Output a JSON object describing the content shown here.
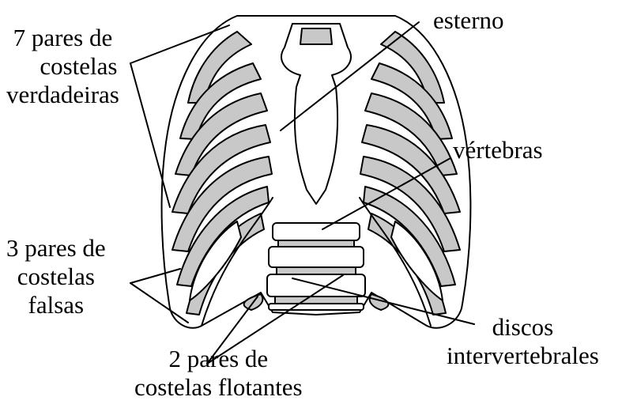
{
  "labels": {
    "true_ribs": [
      "7 pares de",
      "costelas",
      "verdadeiras"
    ],
    "sternum": "esterno",
    "vertebrae": "vértebras",
    "false_ribs": [
      "3 pares de",
      "costelas",
      "falsas"
    ],
    "floating_ribs": [
      "2 pares de",
      "costelas flotantes"
    ],
    "discs": [
      "discos",
      "intervertebrales"
    ]
  },
  "colors": {
    "outline": "#000000",
    "bone": "#ffffff",
    "shade": "#c8c8c8",
    "background": "#ffffff"
  }
}
